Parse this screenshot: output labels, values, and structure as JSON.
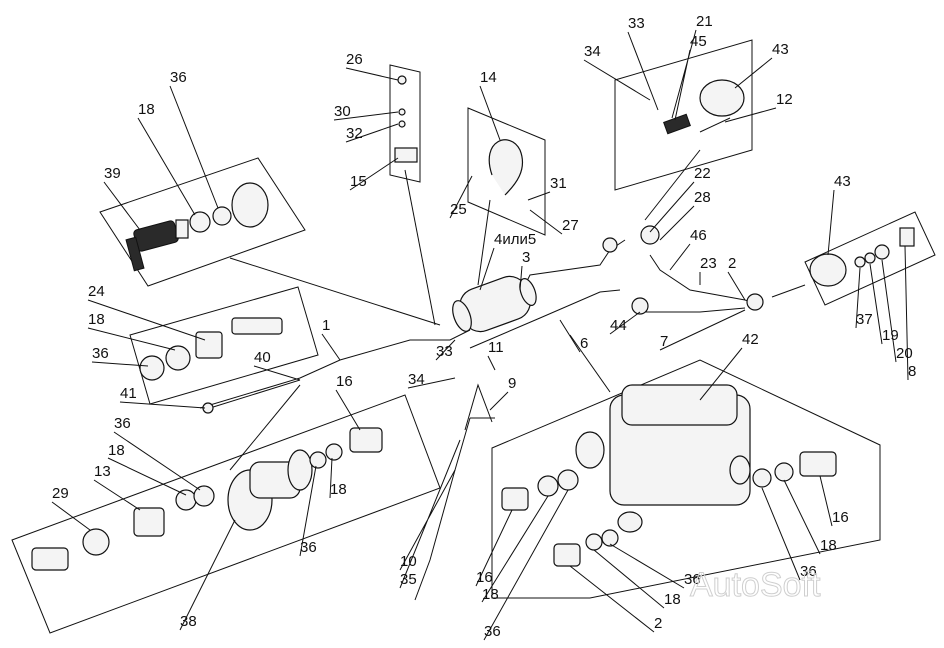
{
  "callouts": {
    "c1": "1",
    "c2a": "2",
    "c2b": "2",
    "c3": "3",
    "c4or5": "4или5",
    "c6": "6",
    "c7": "7",
    "c8": "8",
    "c9": "9",
    "c10": "10",
    "c11": "11",
    "c12": "12",
    "c13": "13",
    "c14": "14",
    "c15": "15",
    "c16a": "16",
    "c16b": "16",
    "c16c": "16",
    "c18a": "18",
    "c18b": "18",
    "c18c": "18",
    "c18d": "18",
    "c18e": "18",
    "c18f": "18",
    "c18g": "18",
    "c19": "19",
    "c20": "20",
    "c21": "21",
    "c22": "22",
    "c23": "23",
    "c24": "24",
    "c25": "25",
    "c26": "26",
    "c27": "27",
    "c28": "28",
    "c29": "29",
    "c30": "30",
    "c31": "31",
    "c32": "32",
    "c33a": "33",
    "c33b": "33",
    "c34a": "34",
    "c34b": "34",
    "c35": "35",
    "c36a": "36",
    "c36b": "36",
    "c36c": "36",
    "c36d": "36",
    "c36e": "36",
    "c36f": "36",
    "c36g": "36",
    "c37": "37",
    "c38": "38",
    "c39": "39",
    "c40": "40",
    "c41": "41",
    "c42": "42",
    "c43a": "43",
    "c43b": "43",
    "c44": "44",
    "c45": "45",
    "c46": "46"
  },
  "watermark": "AutoSoft"
}
